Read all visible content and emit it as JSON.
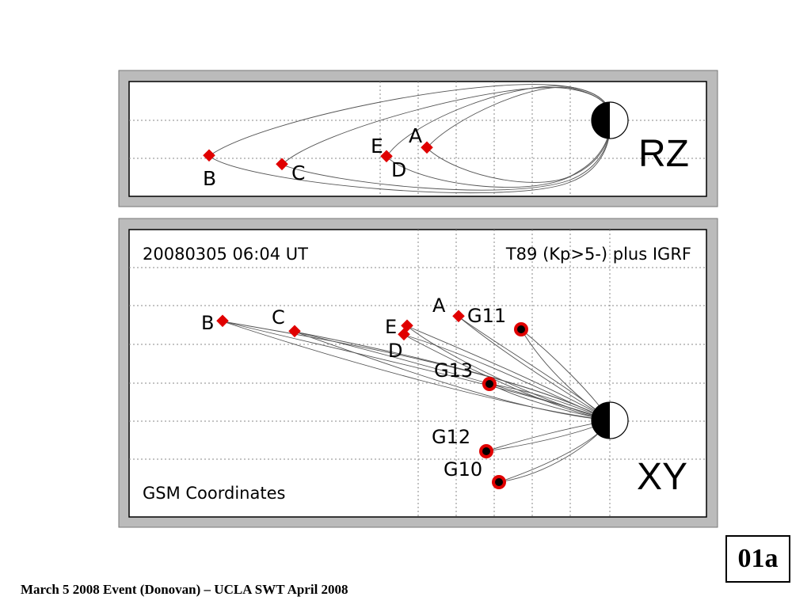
{
  "rz_panel": {
    "label": "RZ",
    "probes": [
      {
        "id": "B",
        "label": "B"
      },
      {
        "id": "C",
        "label": "C"
      },
      {
        "id": "E",
        "label": "E"
      },
      {
        "id": "D",
        "label": "D"
      },
      {
        "id": "A",
        "label": "A"
      }
    ]
  },
  "xy_panel": {
    "label": "XY",
    "timestamp": "20080305 06:04 UT",
    "model": "T89 (Kp>5-) plus IGRF",
    "coordinates": "GSM Coordinates",
    "probes": [
      {
        "id": "B",
        "label": "B"
      },
      {
        "id": "C",
        "label": "C"
      },
      {
        "id": "E",
        "label": "E"
      },
      {
        "id": "D",
        "label": "D"
      },
      {
        "id": "A",
        "label": "A"
      }
    ],
    "satellites": [
      {
        "id": "G11",
        "label": "G11"
      },
      {
        "id": "G13",
        "label": "G13"
      },
      {
        "id": "G12",
        "label": "G12"
      },
      {
        "id": "G10",
        "label": "G10"
      }
    ]
  },
  "colors": {
    "probe": "#e00000",
    "satellite_ring": "#e00000",
    "satellite_core": "#000000",
    "frame": "#bbbbbb"
  },
  "footer": "March 5 2008 Event (Donovan) – UCLA SWT April 2008",
  "slide_number": "01a"
}
